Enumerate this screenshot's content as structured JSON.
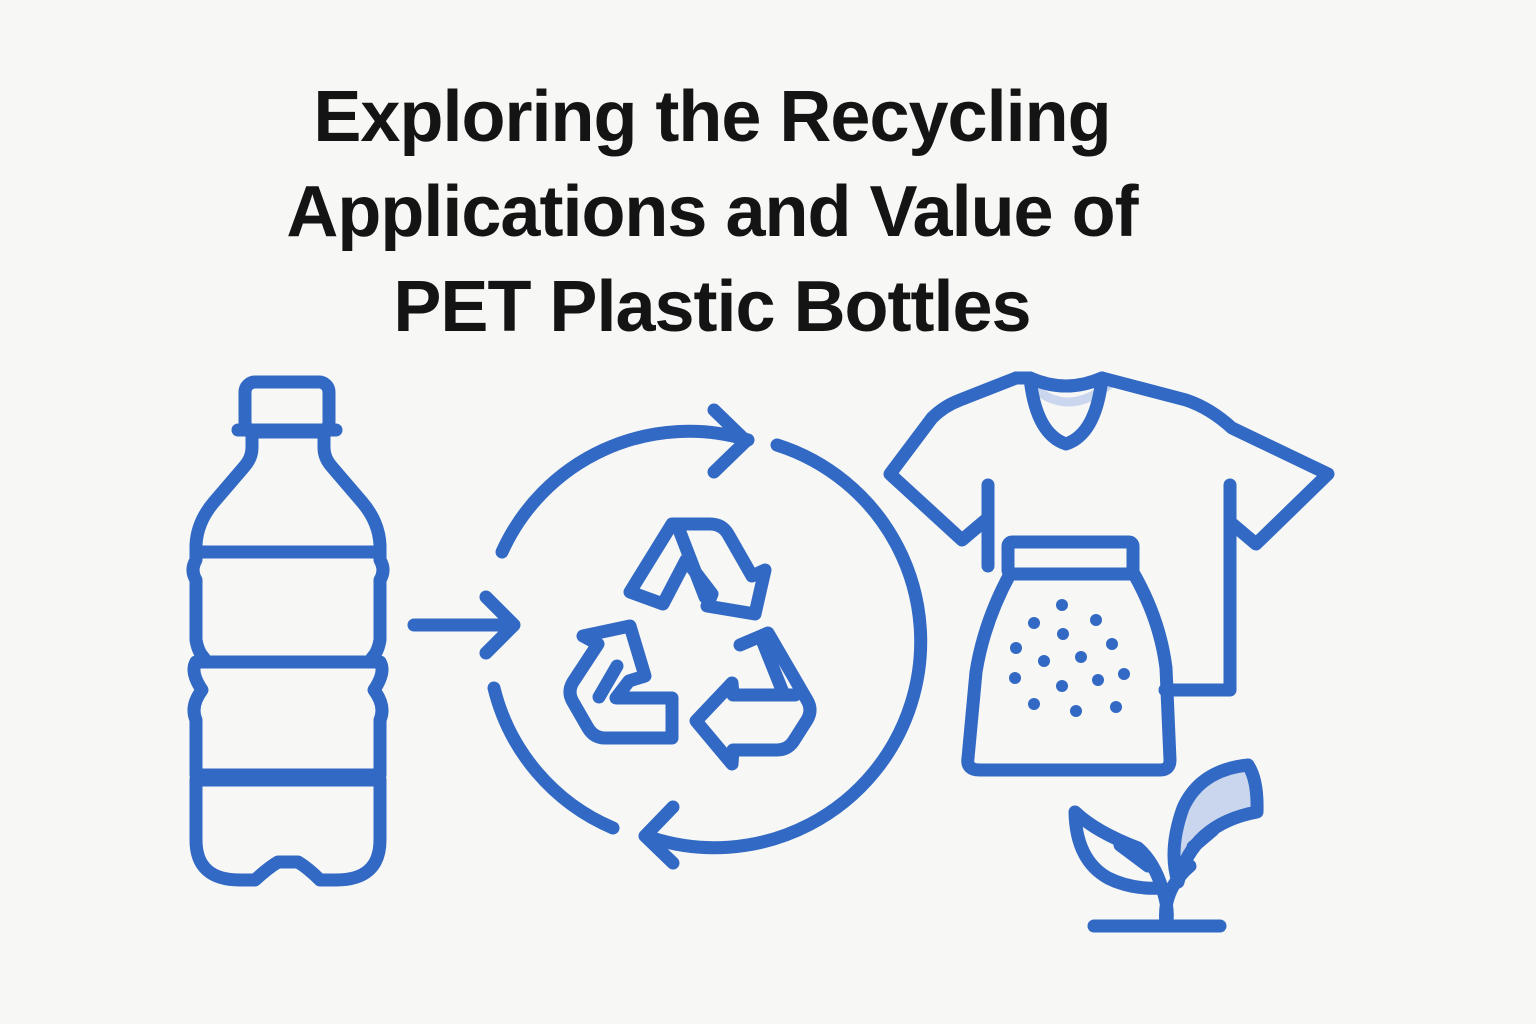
{
  "title": {
    "lines": [
      "Exploring the Recycling",
      "Applications and Value of",
      "PET Plastic Bottles"
    ]
  },
  "colors": {
    "background": "#f7f7f5",
    "text": "#141414",
    "icon_stroke": "#3269c4",
    "icon_fill_light": "#c9d6ee"
  },
  "icons": [
    "plastic-bottle-icon",
    "arrow-right-icon",
    "recycling-cycle-icon",
    "recycle-symbol-icon",
    "t-shirt-icon",
    "pellet-bag-icon",
    "sprout-icon"
  ]
}
